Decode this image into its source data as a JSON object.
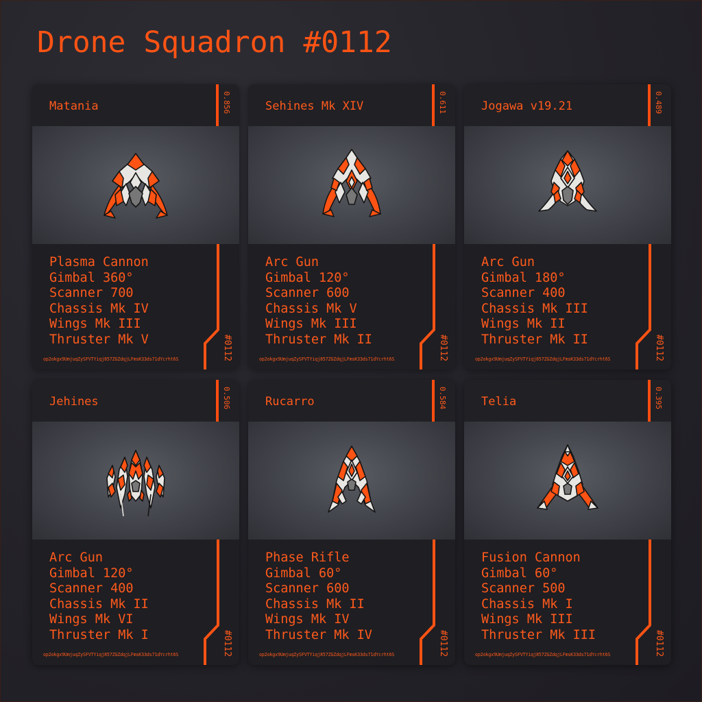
{
  "title": "Drone Squadron #0112",
  "seed": "op2okgx9UmjuqZySFVTYiqj857ZGZdqjLFmsK33ds71dYcrht6S",
  "squadron_tag": "#0112",
  "colors": {
    "accent": "#ff5314",
    "card": "#1f1e22",
    "viewport": "#4a4c53",
    "hull": "#e8e6e2",
    "core": "#777777"
  },
  "drones": [
    {
      "name": "Matania",
      "score": "0.856",
      "specs": [
        "Plasma Cannon",
        "Gimbal 360°",
        "Scanner 700",
        "Chassis Mk IV",
        "Wings Mk III",
        "Thruster Mk V"
      ]
    },
    {
      "name": "Sehines Mk XIV",
      "score": "0.611",
      "specs": [
        "Arc Gun",
        "Gimbal 120°",
        "Scanner 600",
        "Chassis Mk V",
        "Wings Mk III",
        "Thruster Mk II"
      ]
    },
    {
      "name": "Jogawa v19.21",
      "score": "0.489",
      "specs": [
        "Arc Gun",
        "Gimbal 180°",
        "Scanner 400",
        "Chassis Mk III",
        "Wings Mk II",
        "Thruster Mk II"
      ]
    },
    {
      "name": "Jehines",
      "score": "0.506",
      "specs": [
        "Arc Gun",
        "Gimbal 120°",
        "Scanner 400",
        "Chassis Mk II",
        "Wings Mk VI",
        "Thruster Mk I"
      ]
    },
    {
      "name": "Rucarro",
      "score": "0.584",
      "specs": [
        "Phase Rifle",
        "Gimbal 60°",
        "Scanner 600",
        "Chassis Mk II",
        "Wings Mk IV",
        "Thruster Mk IV"
      ]
    },
    {
      "name": "Telia",
      "score": "0.395",
      "specs": [
        "Fusion Cannon",
        "Gimbal 60°",
        "Scanner 500",
        "Chassis Mk I",
        "Wings Mk III",
        "Thruster Mk III"
      ]
    }
  ]
}
